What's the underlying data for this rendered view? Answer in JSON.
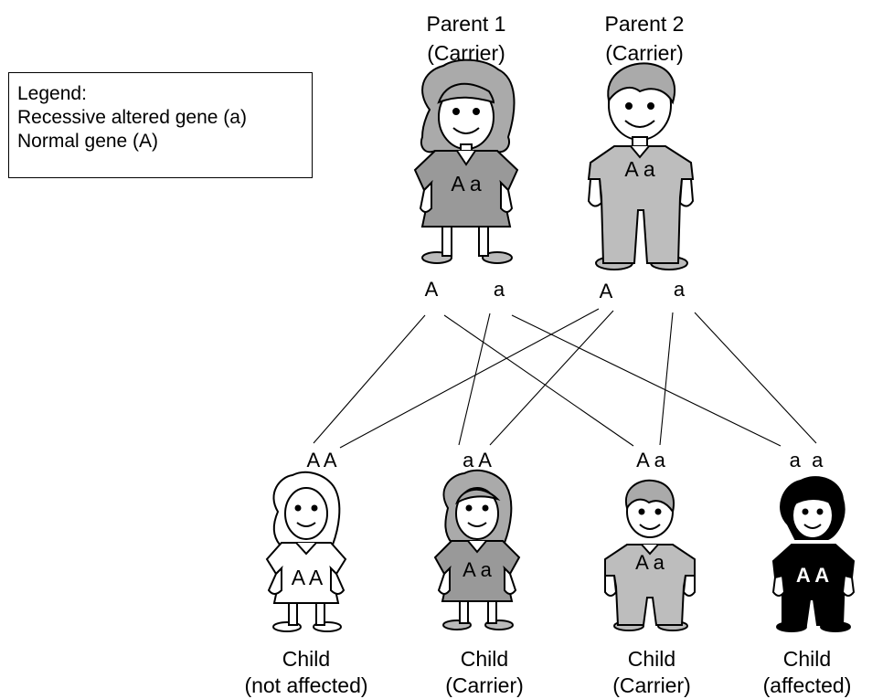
{
  "legend": {
    "title": "Legend:",
    "line1": "Recessive altered gene (a)",
    "line2": "Normal gene (A)"
  },
  "parents": [
    {
      "label": "Parent 1",
      "status": "(Carrier)",
      "genotype": "A a",
      "alleles": [
        "A",
        "a"
      ],
      "fill": "#999999"
    },
    {
      "label": "Parent 2",
      "status": "(Carrier)",
      "genotype": "A a",
      "alleles": [
        "A",
        "a"
      ],
      "fill": "#bdbdbd"
    }
  ],
  "children": [
    {
      "label": "Child",
      "status": "(not affected)",
      "pair": "A A",
      "genotype": "A A",
      "fill": "#ffffff",
      "text_color": "#000000"
    },
    {
      "label": "Child",
      "status": "(Carrier)",
      "pair": "a A",
      "genotype": "A a",
      "fill": "#999999",
      "text_color": "#000000"
    },
    {
      "label": "Child",
      "status": "(Carrier)",
      "pair": "A a",
      "genotype": "A a",
      "fill": "#bdbdbd",
      "text_color": "#000000"
    },
    {
      "label": "Child",
      "status": "(affected)",
      "pair": "a  a",
      "genotype": "A A",
      "fill": "#000000",
      "text_color": "#ffffff"
    }
  ]
}
